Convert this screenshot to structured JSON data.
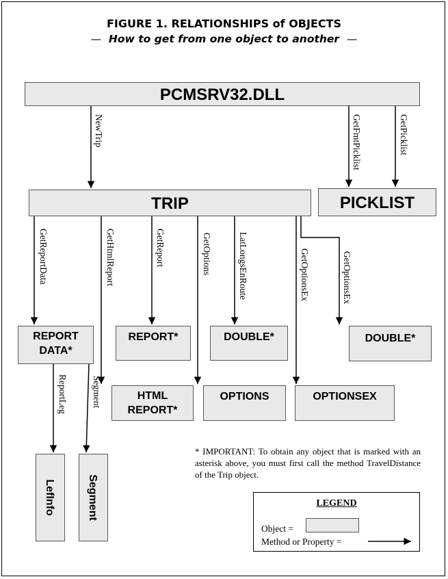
{
  "title": "FIGURE 1.   RELATIONSHIPS of OBJECTS",
  "subtitle": "How to get from one object to another",
  "subtitle_dash": "—",
  "objects": {
    "pcmsrv": "PCMSRV32.DLL",
    "trip": "TRIP",
    "picklist": "PICKLIST",
    "report_data_line1": "REPORT",
    "report_data_line2": "DATA*",
    "report": "REPORT*",
    "double1": "DOUBLE*",
    "double2": "DOUBLE*",
    "html_report_line1": "HTML",
    "html_report_line2": "REPORT*",
    "options": "OPTIONS",
    "optionsex": "OPTIONSEX",
    "lefinfo": "LefInfo",
    "segment": "Segment"
  },
  "methods": {
    "new_trip": "NewTrip",
    "get_fmt_picklist": "GetFmtPicklist",
    "get_picklist": "GetPicklist",
    "get_report_data": "GetReportData",
    "get_html_report": "GetHtmlReport",
    "get_report": "GetReport",
    "get_options": "GetOptions",
    "lat_longs_en_route": "LatLongsEnRoute",
    "get_options_ex_1": "GetOptionsEx",
    "get_options_ex_2": "GetOptionsEx",
    "report_leg": "ReportLeg",
    "segment": "Segment"
  },
  "note": "* IMPORTANT:  To obtain any object that is marked with an asterisk above, you must first call the method TravelDistance of the Trip object.",
  "legend": {
    "title": "LEGEND",
    "object_label": "Object =",
    "method_label": "Method or Property ="
  }
}
